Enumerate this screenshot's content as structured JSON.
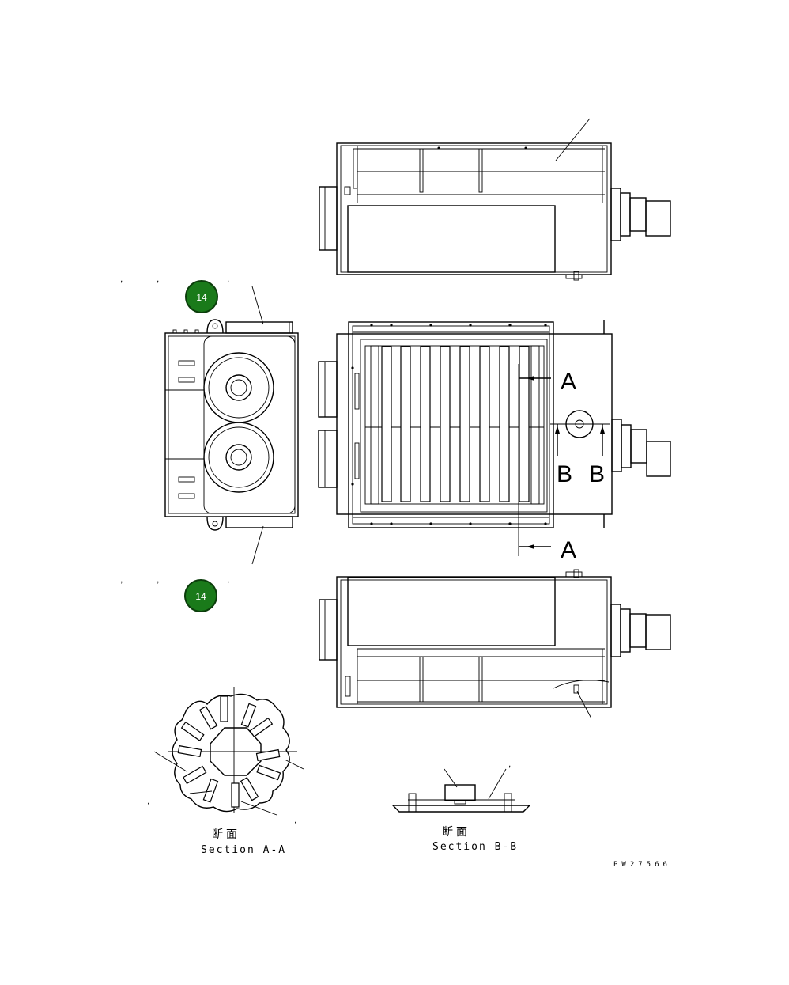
{
  "callout_badges": [
    {
      "number": "14",
      "color": "#1a7a1a"
    },
    {
      "number": "14",
      "color": "#1a7a1a"
    }
  ],
  "section_markers": {
    "a_top": "A",
    "a_bottom": "A",
    "b_left": "B",
    "b_right": "B"
  },
  "section_views": [
    {
      "kanji": "断面",
      "title": "Section A-A"
    },
    {
      "kanji": "断面",
      "title": "Section B-B"
    }
  ],
  "drawing_number": "PW27566",
  "comma_mark": ","
}
